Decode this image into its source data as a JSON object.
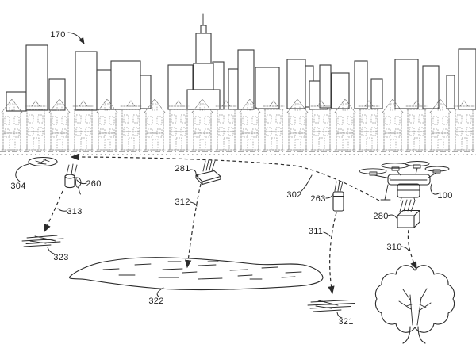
{
  "figure": {
    "colors": {
      "background": "#ffffff",
      "ink": "#2b2b2b",
      "sketch": "#7a7a7a"
    },
    "labels": {
      "city_environment": "170",
      "uav": "100",
      "flight_path": "302",
      "landing_marker": "304",
      "rotor_package": "260",
      "flat_package": "281",
      "tall_package": "263",
      "box_package": "280",
      "descent_left": "313",
      "descent_center": "312",
      "descent_right": "311",
      "descent_tree": "310",
      "splash_left": "323",
      "pond": "322",
      "splash_right": "321"
    }
  }
}
